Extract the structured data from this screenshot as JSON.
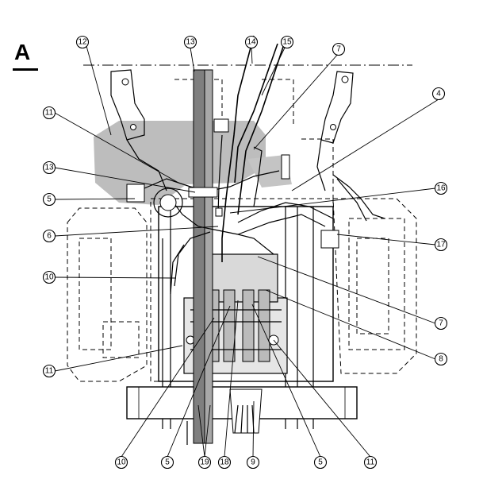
{
  "view_label": "A",
  "callouts": [
    {
      "id": "c12",
      "label": "12"
    },
    {
      "id": "c13a",
      "label": "13"
    },
    {
      "id": "c14",
      "label": "14"
    },
    {
      "id": "c15",
      "label": "15"
    },
    {
      "id": "c7a",
      "label": "7"
    },
    {
      "id": "c4",
      "label": "4"
    },
    {
      "id": "c11a",
      "label": "11"
    },
    {
      "id": "c13b",
      "label": "13"
    },
    {
      "id": "c5a",
      "label": "5"
    },
    {
      "id": "c16",
      "label": "16"
    },
    {
      "id": "c6",
      "label": "6"
    },
    {
      "id": "c17",
      "label": "17"
    },
    {
      "id": "c10a",
      "label": "10"
    },
    {
      "id": "c7b",
      "label": "7"
    },
    {
      "id": "c8",
      "label": "8"
    },
    {
      "id": "c11b",
      "label": "11"
    },
    {
      "id": "c10b",
      "label": "10"
    },
    {
      "id": "c5b",
      "label": "5"
    },
    {
      "id": "c19",
      "label": "19"
    },
    {
      "id": "c18",
      "label": "18"
    },
    {
      "id": "c9",
      "label": "9"
    },
    {
      "id": "c5c",
      "label": "5"
    },
    {
      "id": "c11c",
      "label": "11"
    }
  ]
}
